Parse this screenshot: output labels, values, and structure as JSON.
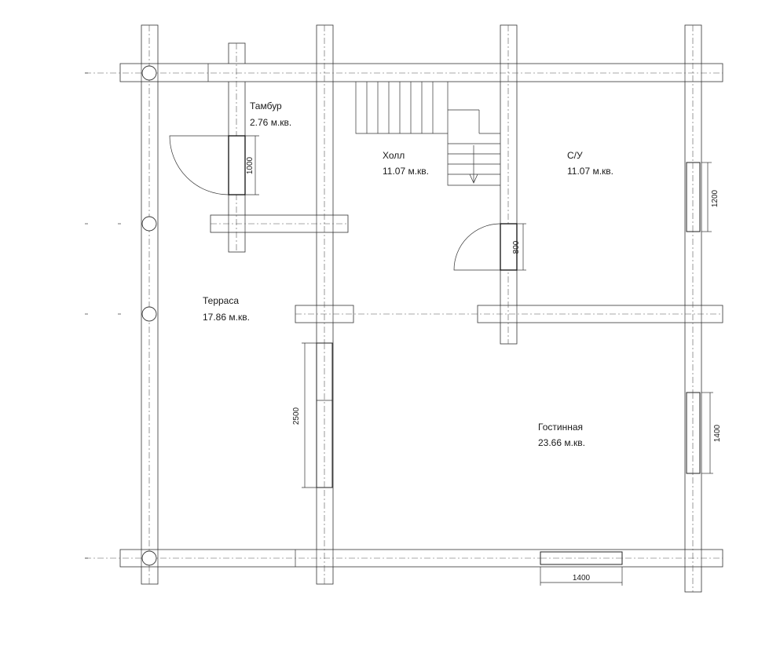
{
  "rooms": [
    {
      "name": "Тамбур",
      "area": "2.76 м.кв."
    },
    {
      "name": "Холл",
      "area": "11.07 м.кв."
    },
    {
      "name": "С/У",
      "area": "11.07 м.кв."
    },
    {
      "name": "Терраса",
      "area": "17.86 м.кв."
    },
    {
      "name": "Гостинная",
      "area": "23.66 м.кв."
    }
  ],
  "dimensions": {
    "door_tambur": "1000",
    "door_su": "800",
    "window_su": "1200",
    "window_terrace": "2500",
    "window_living_right": "1400",
    "window_living_bottom": "1400"
  }
}
